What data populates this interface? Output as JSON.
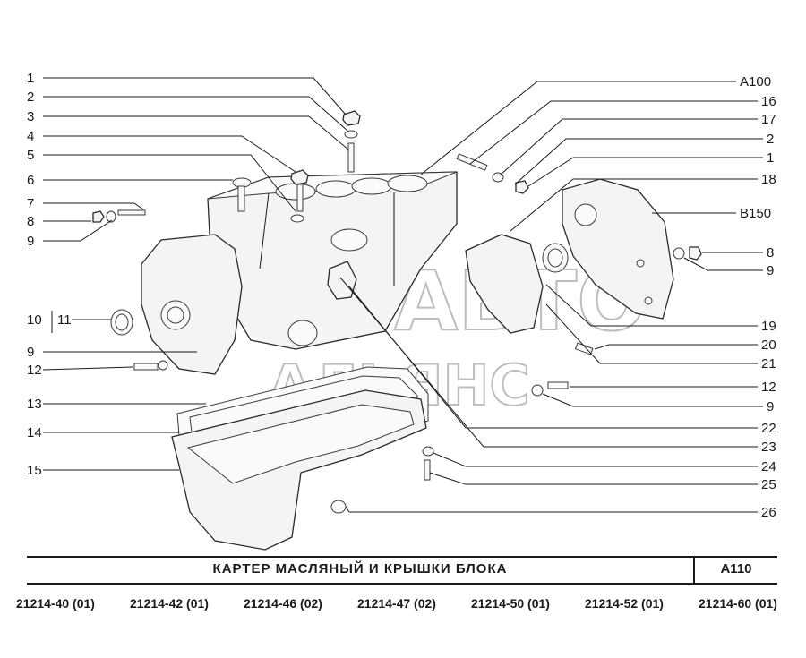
{
  "title": "КАРТЕР   МАСЛЯНЫЙ   И   КРЫШКИ   БЛОКА",
  "figure_code": "A110",
  "watermark": [
    "АВТО",
    "АЛЬЯНС"
  ],
  "model_codes": [
    "21214-40 (01)",
    "21214-42 (01)",
    "21214-46 (02)",
    "21214-47 (02)",
    "21214-50 (01)",
    "21214-52 (01)",
    "21214-60 (01)"
  ],
  "callouts_left": [
    "1",
    "2",
    "3",
    "4",
    "5",
    "6",
    "7",
    "8",
    "9",
    "10",
    "11",
    "9",
    "12",
    "13",
    "14",
    "15"
  ],
  "callouts_right": [
    "A100",
    "16",
    "17",
    "2",
    "1",
    "18",
    "B150",
    "8",
    "9",
    "19",
    "20",
    "21",
    "12",
    "9",
    "22",
    "23",
    "24",
    "25",
    "26"
  ]
}
